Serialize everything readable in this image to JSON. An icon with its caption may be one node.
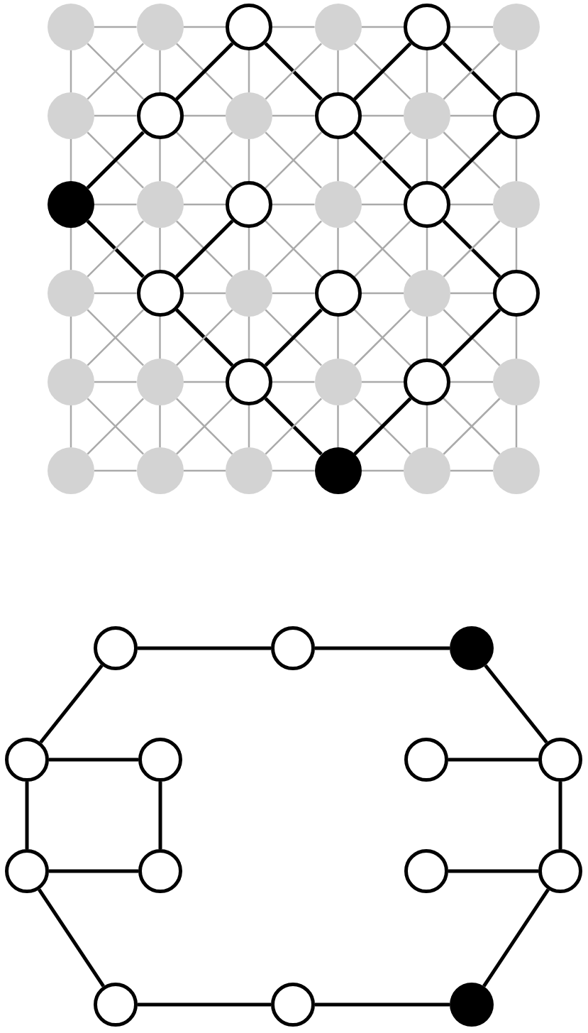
{
  "diagram": {
    "nodes": [
      {
        "text": [],
        "shape": "circle"
      },
      {
        "text": [],
        "shape": "circle"
      },
      {
        "text": [],
        "shape": "circle"
      },
      {
        "text": [],
        "shape": "circle"
      },
      {
        "text": [],
        "shape": "circle"
      },
      {
        "text": [],
        "shape": "circle"
      },
      {
        "text": [],
        "shape": "circle"
      },
      {
        "text": [],
        "shape": "circle"
      },
      {
        "text": [],
        "shape": "circle"
      },
      {
        "text": [],
        "shape": "circle"
      },
      {
        "text": [],
        "shape": "circle"
      },
      {
        "text": [],
        "shape": "circle"
      },
      {
        "text": [],
        "shape": "circle"
      },
      {
        "text": [],
        "shape": "circle"
      },
      {
        "text": [],
        "shape": "circle"
      },
      {
        "text": [],
        "shape": "circle"
      },
      {
        "text": [],
        "shape": "circle"
      },
      {
        "text": [],
        "shape": "circle"
      },
      {
        "text": [],
        "shape": "circle"
      },
      {
        "text": [],
        "shape": "circle"
      },
      {
        "text": [],
        "shape": "circle"
      },
      {
        "text": [],
        "shape": "circle"
      },
      {
        "text": [],
        "shape": "circle"
      },
      {
        "text": [],
        "shape": "circle"
      },
      {
        "text": [],
        "shape": "circle"
      },
      {
        "text": [],
        "shape": "circle"
      },
      {
        "text": [],
        "shape": "circle"
      },
      {
        "text": [],
        "shape": "circle"
      },
      {
        "text": [],
        "shape": "circle"
      },
      {
        "text": [],
        "shape": "circle"
      },
      {
        "text": [],
        "shape": "circle"
      },
      {
        "text": [],
        "shape": "circle"
      },
      {
        "text": [],
        "shape": "circle"
      },
      {
        "text": [],
        "shape": "circle"
      },
      {
        "text": [],
        "shape": "circle"
      },
      {
        "text": [],
        "shape": "circle"
      },
      {
        "text": [],
        "shape": "circle"
      },
      {
        "text": [],
        "shape": "circle"
      },
      {
        "text": [],
        "shape": "circle"
      },
      {
        "text": [],
        "shape": "circle"
      },
      {
        "text": [],
        "shape": "circle"
      },
      {
        "text": [],
        "shape": "circle"
      },
      {
        "text": [],
        "shape": "circle"
      },
      {
        "text": [],
        "shape": "circle"
      },
      {
        "text": [],
        "shape": "circle"
      },
      {
        "text": [],
        "shape": "circle"
      },
      {
        "text": [],
        "shape": "circle"
      },
      {
        "text": [],
        "shape": "circle"
      },
      {
        "text": [],
        "shape": "circle"
      },
      {
        "text": [],
        "shape": "circle"
      }
    ],
    "edges": [
      {
        "from": 0,
        "to": 1,
        "arrow": "none"
      },
      {
        "from": 1,
        "to": 2,
        "arrow": "none"
      },
      {
        "from": 2,
        "to": 3,
        "arrow": "none"
      },
      {
        "from": 3,
        "to": 4,
        "arrow": "none"
      },
      {
        "from": 4,
        "to": 5,
        "arrow": "none"
      },
      {
        "from": 6,
        "to": 7,
        "arrow": "none"
      },
      {
        "from": 7,
        "to": 8,
        "arrow": "none"
      },
      {
        "from": 8,
        "to": 9,
        "arrow": "none"
      },
      {
        "from": 9,
        "to": 10,
        "arrow": "none"
      },
      {
        "from": 10,
        "to": 11,
        "arrow": "none"
      },
      {
        "from": 12,
        "to": 13,
        "arrow": "none"
      },
      {
        "from": 13,
        "to": 14,
        "arrow": "none"
      },
      {
        "from": 14,
        "to": 15,
        "arrow": "none"
      },
      {
        "from": 15,
        "to": 16,
        "arrow": "none"
      },
      {
        "from": 16,
        "to": 17,
        "arrow": "none"
      },
      {
        "from": 18,
        "to": 19,
        "arrow": "none"
      },
      {
        "from": 19,
        "to": 20,
        "arrow": "none"
      },
      {
        "from": 20,
        "to": 21,
        "arrow": "none"
      },
      {
        "from": 21,
        "to": 22,
        "arrow": "none"
      },
      {
        "from": 22,
        "to": 23,
        "arrow": "none"
      },
      {
        "from": 24,
        "to": 25,
        "arrow": "none"
      },
      {
        "from": 25,
        "to": 26,
        "arrow": "none"
      },
      {
        "from": 26,
        "to": 27,
        "arrow": "none"
      },
      {
        "from": 27,
        "to": 28,
        "arrow": "none"
      },
      {
        "from": 28,
        "to": 29,
        "arrow": "none"
      },
      {
        "from": 30,
        "to": 31,
        "arrow": "none"
      },
      {
        "from": 31,
        "to": 32,
        "arrow": "none"
      },
      {
        "from": 32,
        "to": 33,
        "arrow": "none"
      },
      {
        "from": 33,
        "to": 34,
        "arrow": "none"
      },
      {
        "from": 34,
        "to": 35,
        "arrow": "none"
      },
      {
        "from": 0,
        "to": 6,
        "arrow": "none"
      },
      {
        "from": 1,
        "to": 7,
        "arrow": "none"
      },
      {
        "from": 2,
        "to": 8,
        "arrow": "none"
      },
      {
        "from": 3,
        "to": 9,
        "arrow": "none"
      },
      {
        "from": 4,
        "to": 10,
        "arrow": "none"
      },
      {
        "from": 5,
        "to": 11,
        "arrow": "none"
      },
      {
        "from": 6,
        "to": 12,
        "arrow": "none"
      },
      {
        "from": 7,
        "to": 13,
        "arrow": "none"
      },
      {
        "from": 8,
        "to": 14,
        "arrow": "none"
      },
      {
        "from": 9,
        "to": 15,
        "arrow": "none"
      },
      {
        "from": 10,
        "to": 16,
        "arrow": "none"
      },
      {
        "from": 11,
        "to": 17,
        "arrow": "none"
      },
      {
        "from": 12,
        "to": 18,
        "arrow": "none"
      },
      {
        "from": 13,
        "to": 19,
        "arrow": "none"
      },
      {
        "from": 14,
        "to": 20,
        "arrow": "none"
      },
      {
        "from": 15,
        "to": 21,
        "arrow": "none"
      },
      {
        "from": 16,
        "to": 22,
        "arrow": "none"
      },
      {
        "from": 17,
        "to": 23,
        "arrow": "none"
      },
      {
        "from": 18,
        "to": 24,
        "arrow": "none"
      },
      {
        "from": 19,
        "to": 25,
        "arrow": "none"
      },
      {
        "from": 20,
        "to": 26,
        "arrow": "none"
      },
      {
        "from": 21,
        "to": 27,
        "arrow": "none"
      },
      {
        "from": 22,
        "to": 28,
        "arrow": "none"
      },
      {
        "from": 23,
        "to": 29,
        "arrow": "none"
      },
      {
        "from": 24,
        "to": 30,
        "arrow": "none"
      },
      {
        "from": 25,
        "to": 31,
        "arrow": "none"
      },
      {
        "from": 26,
        "to": 32,
        "arrow": "none"
      },
      {
        "from": 27,
        "to": 33,
        "arrow": "none"
      },
      {
        "from": 28,
        "to": 34,
        "arrow": "none"
      },
      {
        "from": 29,
        "to": 35,
        "arrow": "none"
      },
      {
        "from": 0,
        "to": 7,
        "arrow": "none"
      },
      {
        "from": 1,
        "to": 8,
        "arrow": "none"
      },
      {
        "from": 2,
        "to": 9,
        "arrow": "none",
        "style": "thick",
        "color": "#000000"
      },
      {
        "from": 3,
        "to": 10,
        "arrow": "none"
      },
      {
        "from": 4,
        "to": 11,
        "arrow": "none",
        "style": "thick",
        "color": "#000000"
      },
      {
        "from": 6,
        "to": 13,
        "arrow": "none"
      },
      {
        "from": 7,
        "to": 14,
        "arrow": "none"
      },
      {
        "from": 8,
        "to": 15,
        "arrow": "none"
      },
      {
        "from": 9,
        "to": 16,
        "arrow": "none",
        "style": "thick",
        "color": "#000000"
      },
      {
        "from": 10,
        "to": 17,
        "arrow": "none"
      },
      {
        "from": 12,
        "to": 19,
        "arrow": "none",
        "style": "thick",
        "color": "#000000"
      },
      {
        "from": 13,
        "to": 20,
        "arrow": "none"
      },
      {
        "from": 14,
        "to": 21,
        "arrow": "none"
      },
      {
        "from": 15,
        "to": 22,
        "arrow": "none"
      },
      {
        "from": 16,
        "to": 23,
        "arrow": "none",
        "style": "thick",
        "color": "#000000"
      },
      {
        "from": 18,
        "to": 25,
        "arrow": "none"
      },
      {
        "from": 19,
        "to": 26,
        "arrow": "none",
        "style": "thick",
        "color": "#000000"
      },
      {
        "from": 20,
        "to": 27,
        "arrow": "none"
      },
      {
        "from": 21,
        "to": 28,
        "arrow": "none"
      },
      {
        "from": 22,
        "to": 29,
        "arrow": "none"
      },
      {
        "from": 24,
        "to": 31,
        "arrow": "none"
      },
      {
        "from": 25,
        "to": 32,
        "arrow": "none"
      },
      {
        "from": 26,
        "to": 33,
        "arrow": "none",
        "style": "thick",
        "color": "#000000"
      },
      {
        "from": 27,
        "to": 34,
        "arrow": "none"
      },
      {
        "from": 28,
        "to": 35,
        "arrow": "none"
      },
      {
        "from": 1,
        "to": 6,
        "arrow": "none"
      },
      {
        "from": 2,
        "to": 7,
        "arrow": "none",
        "style": "thick",
        "color": "#000000"
      },
      {
        "from": 3,
        "to": 8,
        "arrow": "none"
      },
      {
        "from": 4,
        "to": 9,
        "arrow": "none",
        "style": "thick",
        "color": "#000000"
      },
      {
        "from": 5,
        "to": 10,
        "arrow": "none"
      },
      {
        "from": 7,
        "to": 12,
        "arrow": "none",
        "style": "thick",
        "color": "#000000"
      },
      {
        "from": 8,
        "to": 13,
        "arrow": "none"
      },
      {
        "from": 9,
        "to": 14,
        "arrow": "none"
      },
      {
        "from": 10,
        "to": 15,
        "arrow": "none"
      },
      {
        "from": 11,
        "to": 16,
        "arrow": "none",
        "style": "thick",
        "color": "#000000"
      },
      {
        "from": 13,
        "to": 18,
        "arrow": "none"
      },
      {
        "from": 14,
        "to": 19,
        "arrow": "none",
        "style": "thick",
        "color": "#000000"
      },
      {
        "from": 15,
        "to": 20,
        "arrow": "none"
      },
      {
        "from": 16,
        "to": 21,
        "arrow": "none"
      },
      {
        "from": 17,
        "to": 22,
        "arrow": "none"
      },
      {
        "from": 19,
        "to": 24,
        "arrow": "none"
      },
      {
        "from": 20,
        "to": 25,
        "arrow": "none"
      },
      {
        "from": 21,
        "to": 26,
        "arrow": "none",
        "style": "thick",
        "color": "#000000"
      },
      {
        "from": 22,
        "to": 27,
        "arrow": "none"
      },
      {
        "from": 23,
        "to": 28,
        "arrow": "none",
        "style": "thick",
        "color": "#000000"
      },
      {
        "from": 25,
        "to": 30,
        "arrow": "none"
      },
      {
        "from": 26,
        "to": 31,
        "arrow": "none"
      },
      {
        "from": 27,
        "to": 32,
        "arrow": "none"
      },
      {
        "from": 28,
        "to": 33,
        "arrow": "none",
        "style": "thick",
        "color": "#000000"
      },
      {
        "from": 29,
        "to": 34,
        "arrow": "none"
      },
      {
        "from": 36,
        "to": 37,
        "arrow": "none",
        "style": "thick",
        "color": "#000000"
      },
      {
        "from": 37,
        "to": 38,
        "arrow": "none",
        "style": "thick",
        "color": "#000000"
      },
      {
        "from": 36,
        "to": 39,
        "arrow": "none",
        "style": "thick",
        "color": "#000000"
      },
      {
        "from": 38,
        "to": 42,
        "arrow": "none",
        "style": "thick",
        "color": "#000000"
      },
      {
        "from": 39,
        "to": 40,
        "arrow": "none",
        "style": "thick",
        "color": "#000000"
      },
      {
        "from": 41,
        "to": 42,
        "arrow": "none",
        "style": "thick",
        "color": "#000000"
      },
      {
        "from": 40,
        "to": 44,
        "arrow": "none",
        "style": "thick",
        "color": "#000000"
      },
      {
        "from": 39,
        "to": 43,
        "arrow": "none",
        "style": "thick",
        "color": "#000000"
      },
      {
        "from": 42,
        "to": 46,
        "arrow": "none",
        "style": "thick",
        "color": "#000000"
      },
      {
        "from": 43,
        "to": 44,
        "arrow": "none",
        "style": "thick",
        "color": "#000000"
      },
      {
        "from": 45,
        "to": 46,
        "arrow": "none",
        "style": "thick",
        "color": "#000000"
      },
      {
        "from": 43,
        "to": 47,
        "arrow": "none",
        "style": "thick",
        "color": "#000000"
      },
      {
        "from": 46,
        "to": 49,
        "arrow": "none",
        "style": "thick",
        "color": "#000000"
      },
      {
        "from": 47,
        "to": 48,
        "arrow": "none",
        "style": "thick",
        "color": "#000000"
      },
      {
        "from": 48,
        "to": 49,
        "arrow": "none",
        "style": "thick",
        "color": "#000000"
      }
    ]
  }
}
